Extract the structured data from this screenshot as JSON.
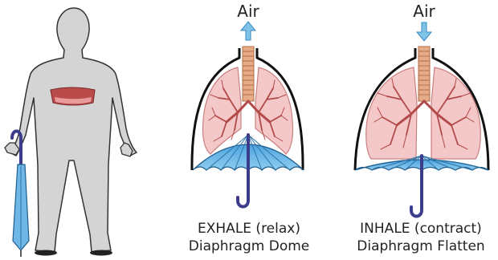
{
  "exhale_panel": {
    "air_label": "Air",
    "caption_line1": "EXHALE (relax)",
    "caption_line2": "Diaphragm Dome"
  },
  "inhale_panel": {
    "air_label": "Air",
    "caption_line1": "INHALE (contract)",
    "caption_line2": "Diaphragm Flatten"
  },
  "colors": {
    "body": "#d4d4d4",
    "body_outline": "#333333",
    "diaphragm_band": "#b94b4b",
    "lung_fill": "#f4c8c8",
    "bronchi": "#b24a4a",
    "trachea": "#e2a27f",
    "umbrella_canopy": "#69b6e6",
    "umbrella_handle": "#3c3c8c",
    "air_arrow": "#7fc3e8"
  }
}
